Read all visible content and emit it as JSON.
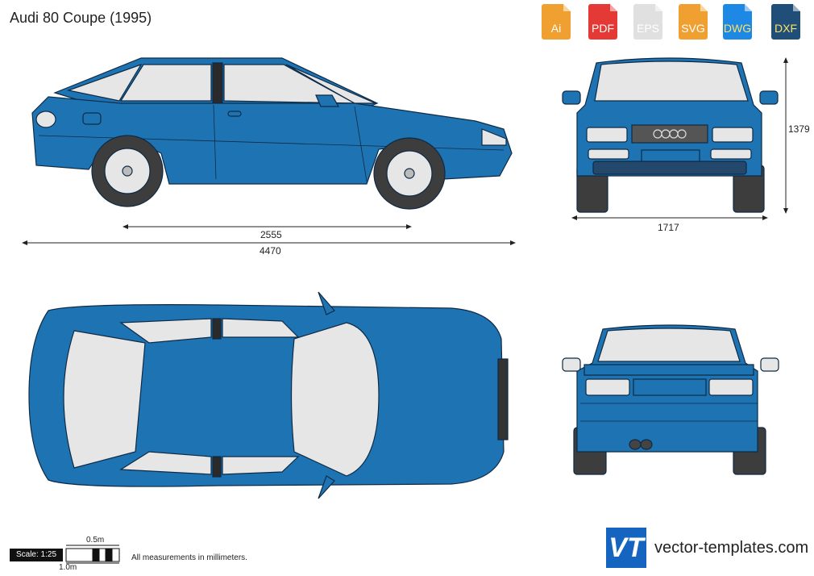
{
  "title": "Audi 80 Coupe (1995)",
  "formats": [
    {
      "label": "Ai",
      "color": "#f0a030",
      "icon": "ai-file-icon"
    },
    {
      "label": "PDF",
      "color": "#e53935",
      "icon": "pdf-file-icon"
    },
    {
      "label": "EPS",
      "color": "#e0e0e0",
      "icon": "eps-file-icon"
    },
    {
      "label": "SVG",
      "color": "#f0a030",
      "icon": "svg-file-icon"
    },
    {
      "label": "DWG",
      "color": "#1e88e5",
      "icon": "dwg-file-icon"
    },
    {
      "label": "DXF",
      "color": "#1f4e79",
      "icon": "dxf-file-icon"
    }
  ],
  "dimensions": {
    "wheelbase": "2555",
    "length": "4470",
    "width": "1717",
    "height": "1379"
  },
  "scale": {
    "label": "Scale: 1:25",
    "half": "0.5m",
    "full": "1.0m"
  },
  "note": "All measurements in millimeters.",
  "watermark": "vector-templates.com",
  "brand": {
    "logo_text": "VT",
    "url": "vector-templates.com",
    "color": "#1565c0"
  },
  "colors": {
    "body": "#1e74b3",
    "outline": "#0e2a45",
    "glass": "#e6e6e6",
    "tire": "#3d3d3d"
  }
}
